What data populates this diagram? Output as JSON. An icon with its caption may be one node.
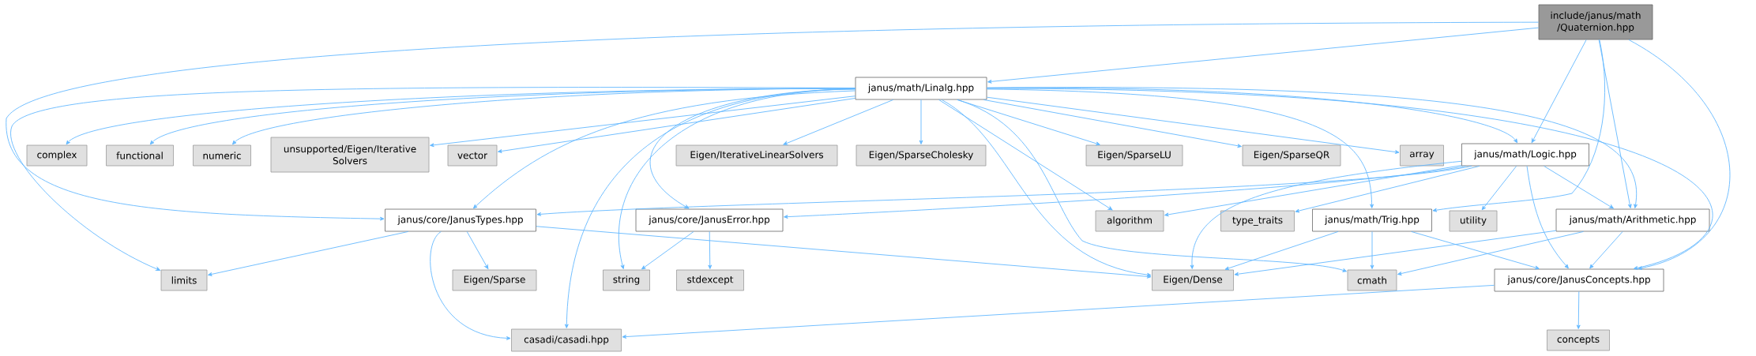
{
  "diagram": {
    "nodes": [
      {
        "text": [
          "include/janus/math /Quaternion.hpp"
        ]
      },
      {
        "text": [
          "janus/math/Linalg.hpp"
        ]
      },
      {
        "text": [
          "complex"
        ]
      },
      {
        "text": [
          "functional"
        ]
      },
      {
        "text": [
          "numeric"
        ]
      },
      {
        "text": [
          "unsupported/Eigen/Iterative Solvers"
        ]
      },
      {
        "text": [
          "vector"
        ]
      },
      {
        "text": [
          "Eigen/IterativeLinearSolvers"
        ]
      },
      {
        "text": [
          "Eigen/SparseCholesky"
        ]
      },
      {
        "text": [
          "Eigen/SparseLU"
        ]
      },
      {
        "text": [
          "Eigen/SparseQR"
        ]
      },
      {
        "text": [
          "array"
        ]
      },
      {
        "text": [
          "janus/math/Logic.hpp"
        ]
      },
      {
        "text": [
          "janus/core/JanusTypes.hpp"
        ]
      },
      {
        "text": [
          "janus/core/JanusError.hpp"
        ]
      },
      {
        "text": [
          "algorithm"
        ]
      },
      {
        "text": [
          "type_traits"
        ]
      },
      {
        "text": [
          "janus/math/Trig.hpp"
        ]
      },
      {
        "text": [
          "utility"
        ]
      },
      {
        "text": [
          "janus/math/Arithmetic.hpp"
        ]
      },
      {
        "text": [
          "limits"
        ]
      },
      {
        "text": [
          "Eigen/Sparse"
        ]
      },
      {
        "text": [
          "string"
        ]
      },
      {
        "text": [
          "stdexcept"
        ]
      },
      {
        "text": [
          "Eigen/Dense"
        ]
      },
      {
        "text": [
          "cmath"
        ]
      },
      {
        "text": [
          "janus/core/JanusConcepts.hpp"
        ]
      },
      {
        "text": [
          "casadi/casadi.hpp"
        ]
      },
      {
        "text": [
          "concepts"
        ]
      }
    ],
    "edges": [
      {
        "from": 0,
        "to": 1,
        "arrow": "to"
      },
      {
        "from": 0,
        "to": 13,
        "arrow": "to"
      },
      {
        "from": 0,
        "to": 12,
        "arrow": "to"
      },
      {
        "from": 0,
        "to": 17,
        "arrow": "to"
      },
      {
        "from": 0,
        "to": 19,
        "arrow": "to"
      },
      {
        "from": 0,
        "to": 26,
        "arrow": "to"
      },
      {
        "from": 1,
        "to": 2,
        "arrow": "to"
      },
      {
        "from": 1,
        "to": 3,
        "arrow": "to"
      },
      {
        "from": 1,
        "to": 4,
        "arrow": "to"
      },
      {
        "from": 1,
        "to": 5,
        "arrow": "to"
      },
      {
        "from": 1,
        "to": 6,
        "arrow": "to"
      },
      {
        "from": 1,
        "to": 7,
        "arrow": "to"
      },
      {
        "from": 1,
        "to": 8,
        "arrow": "to"
      },
      {
        "from": 1,
        "to": 9,
        "arrow": "to"
      },
      {
        "from": 1,
        "to": 10,
        "arrow": "to"
      },
      {
        "from": 1,
        "to": 11,
        "arrow": "to"
      },
      {
        "from": 1,
        "to": 12,
        "arrow": "to"
      },
      {
        "from": 1,
        "to": 13,
        "arrow": "to"
      },
      {
        "from": 1,
        "to": 14,
        "arrow": "to"
      },
      {
        "from": 1,
        "to": 15,
        "arrow": "to"
      },
      {
        "from": 1,
        "to": 17,
        "arrow": "to"
      },
      {
        "from": 1,
        "to": 19,
        "arrow": "to"
      },
      {
        "from": 1,
        "to": 26,
        "arrow": "to"
      },
      {
        "from": 1,
        "to": 20,
        "arrow": "to"
      },
      {
        "from": 1,
        "to": 22,
        "arrow": "to"
      },
      {
        "from": 1,
        "to": 27,
        "arrow": "to"
      },
      {
        "from": 1,
        "to": 24,
        "arrow": "to"
      },
      {
        "from": 1,
        "to": 25,
        "arrow": "to"
      },
      {
        "from": 12,
        "to": 13,
        "arrow": "to"
      },
      {
        "from": 12,
        "to": 14,
        "arrow": "to"
      },
      {
        "from": 12,
        "to": 15,
        "arrow": "to"
      },
      {
        "from": 12,
        "to": 16,
        "arrow": "to"
      },
      {
        "from": 12,
        "to": 18,
        "arrow": "to"
      },
      {
        "from": 12,
        "to": 19,
        "arrow": "to"
      },
      {
        "from": 12,
        "to": 26,
        "arrow": "to"
      },
      {
        "from": 12,
        "to": 24,
        "arrow": "to"
      },
      {
        "from": 17,
        "to": 24,
        "arrow": "to"
      },
      {
        "from": 17,
        "to": 25,
        "arrow": "to"
      },
      {
        "from": 17,
        "to": 26,
        "arrow": "to"
      },
      {
        "from": 19,
        "to": 24,
        "arrow": "to"
      },
      {
        "from": 19,
        "to": 25,
        "arrow": "to"
      },
      {
        "from": 19,
        "to": 26,
        "arrow": "to"
      },
      {
        "from": 13,
        "to": 20,
        "arrow": "to"
      },
      {
        "from": 13,
        "to": 21,
        "arrow": "to"
      },
      {
        "from": 13,
        "to": 27,
        "arrow": "to"
      },
      {
        "from": 13,
        "to": 24,
        "arrow": "to"
      },
      {
        "from": 14,
        "to": 22,
        "arrow": "to"
      },
      {
        "from": 14,
        "to": 23,
        "arrow": "to"
      },
      {
        "from": 26,
        "to": 27,
        "arrow": "to"
      },
      {
        "from": 26,
        "to": 28,
        "arrow": "to"
      }
    ]
  }
}
